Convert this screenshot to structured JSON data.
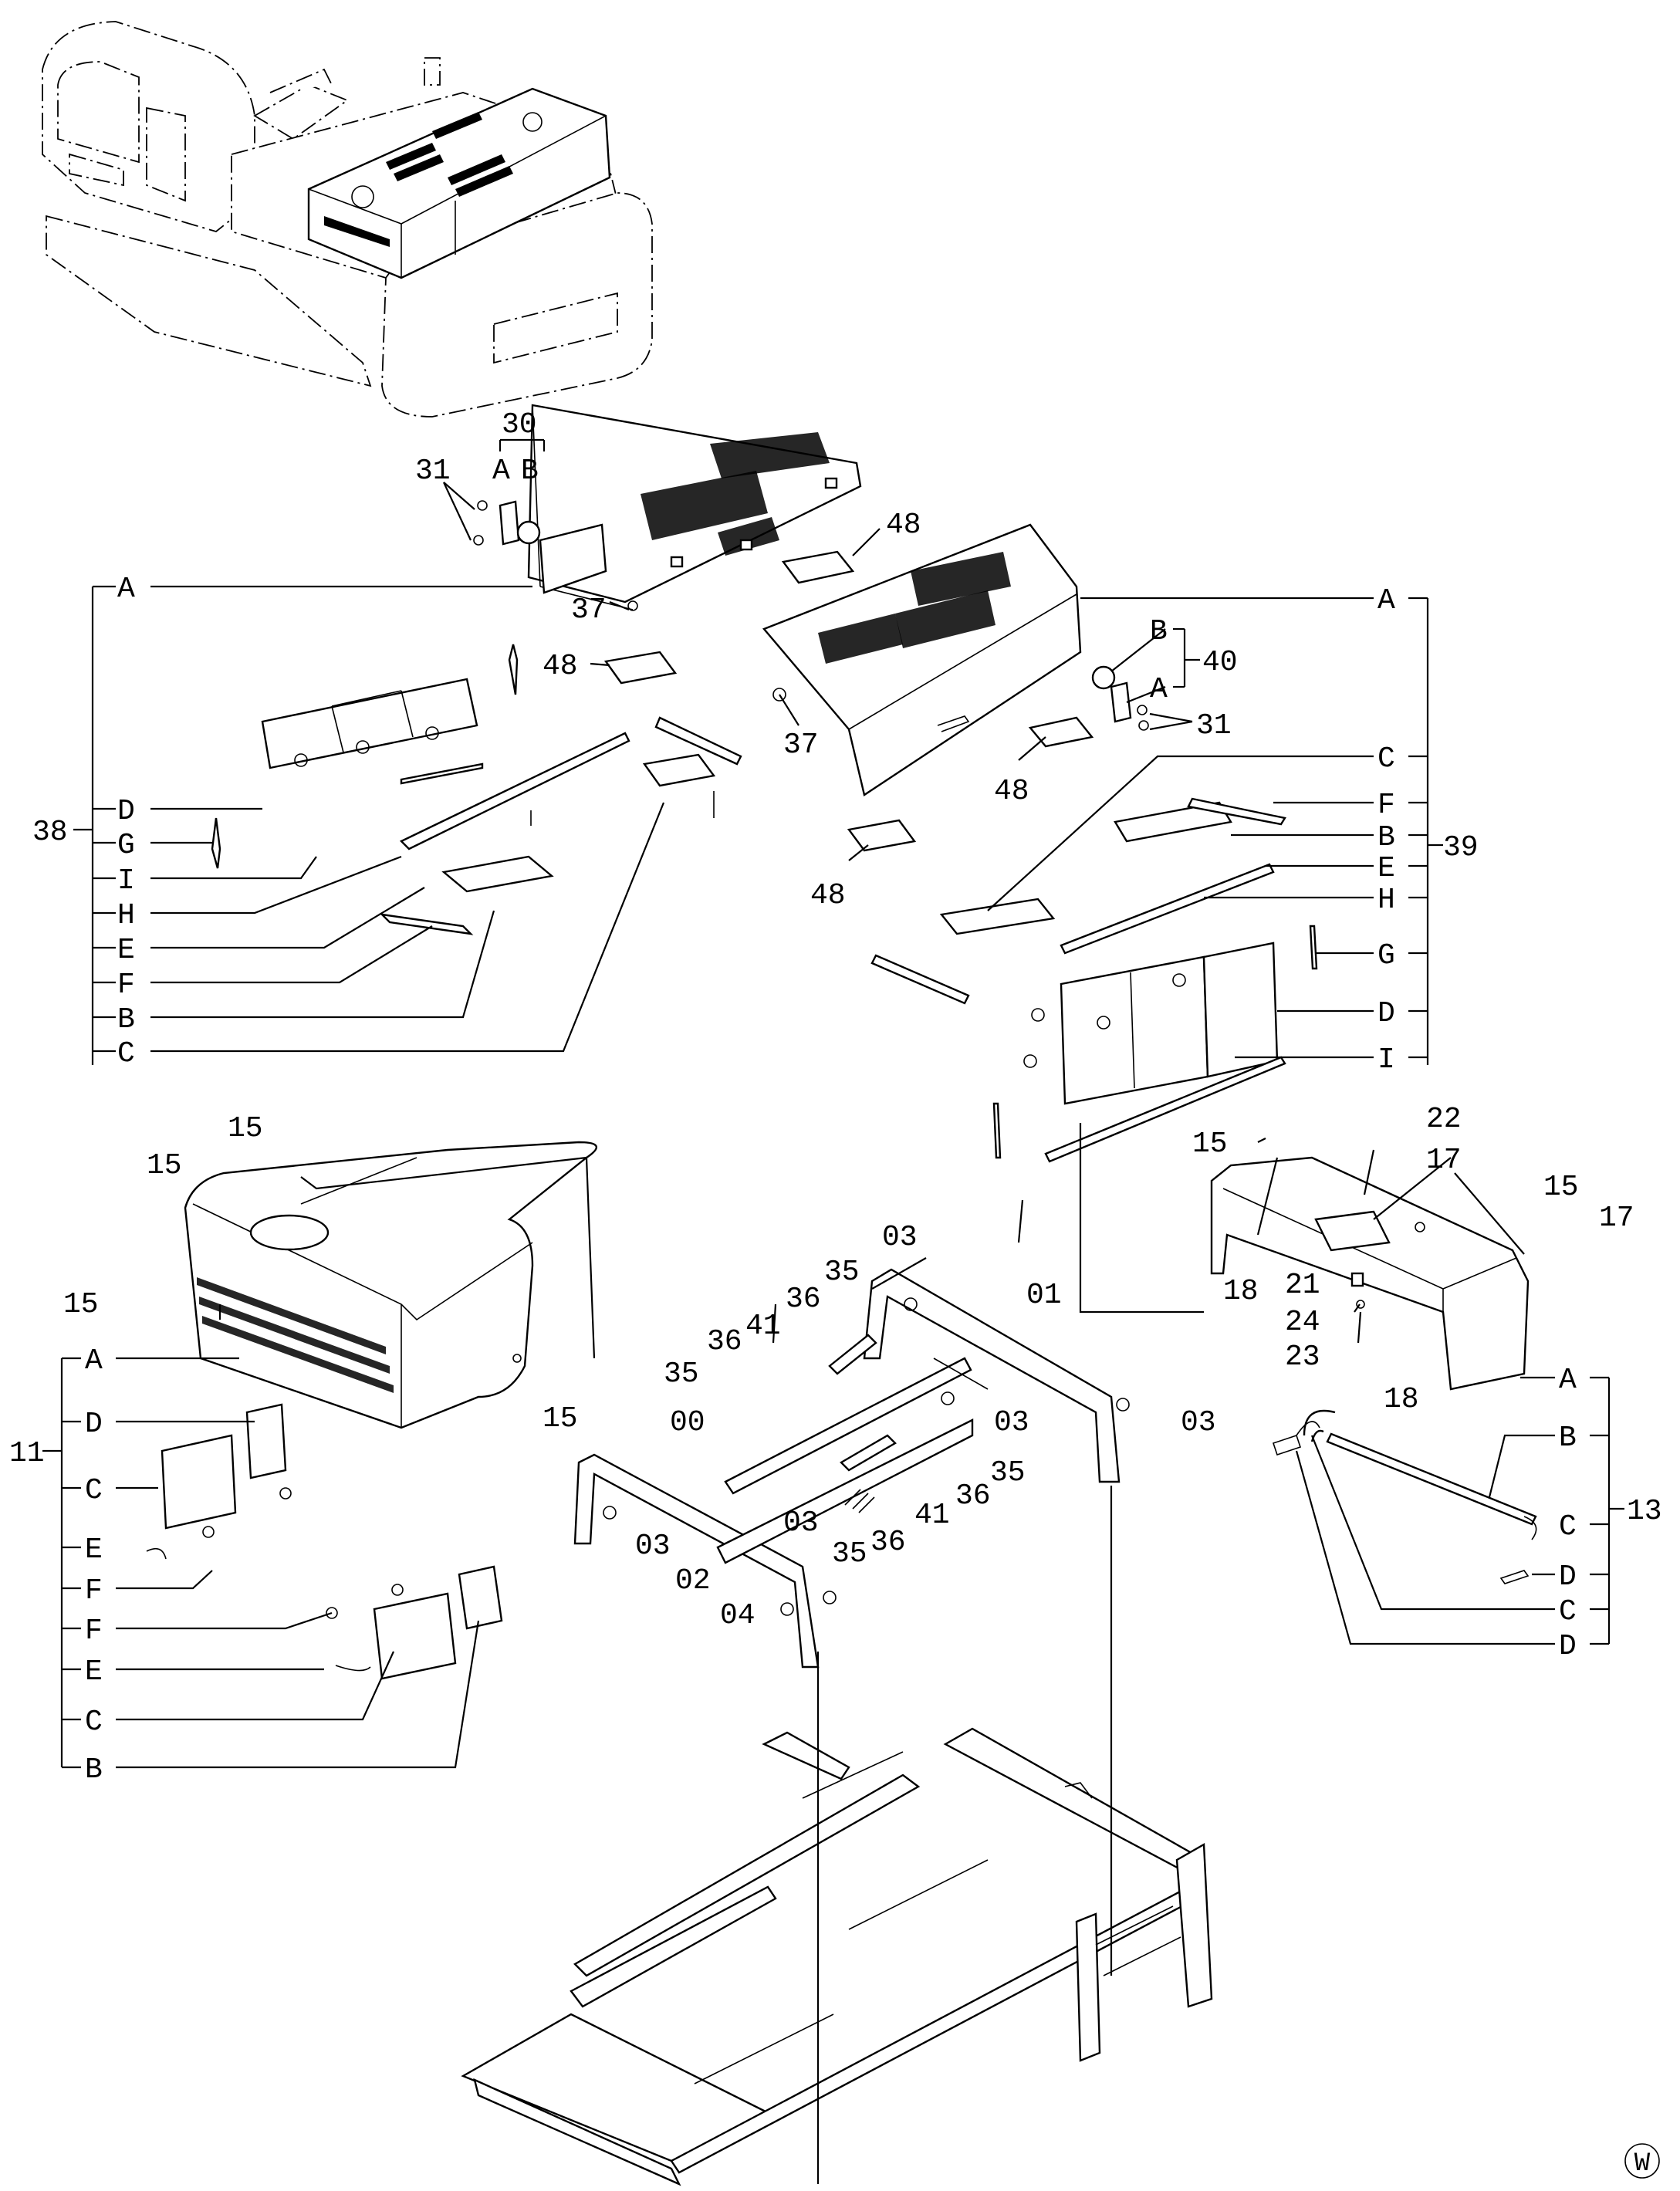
{
  "assemblies": {
    "a38": "38",
    "a39": "39",
    "a11": "11",
    "a13": "13",
    "a30": "30",
    "a40": "40"
  },
  "callouts": {
    "p00": "00",
    "p01": "01",
    "p02": "02",
    "p03": "03",
    "p04": "04",
    "p15": "15",
    "p17": "17",
    "p18": "18",
    "p21": "21",
    "p22": "22",
    "p23": "23",
    "p24": "24",
    "p31": "31",
    "p35": "35",
    "p36": "36",
    "p37": "37",
    "p41": "41",
    "p48": "48"
  },
  "letters": {
    "A": "A",
    "B": "B",
    "C": "C",
    "D": "D",
    "E": "E",
    "F": "F",
    "G": "G",
    "H": "H",
    "I": "I"
  },
  "legend38": [
    "A",
    "D",
    "G",
    "I",
    "H",
    "E",
    "F",
    "B",
    "C"
  ],
  "legend39": [
    "A",
    "C",
    "F",
    "B",
    "E",
    "H",
    "G",
    "D",
    "I"
  ],
  "legend11": [
    "A",
    "D",
    "C",
    "E",
    "F",
    "F",
    "E",
    "C",
    "B"
  ],
  "legend13": [
    "A",
    "B",
    "C",
    "D",
    "C",
    "D"
  ],
  "sub30": [
    "A",
    "B"
  ],
  "sub40": [
    "B",
    "A"
  ],
  "corner_mark": "W"
}
